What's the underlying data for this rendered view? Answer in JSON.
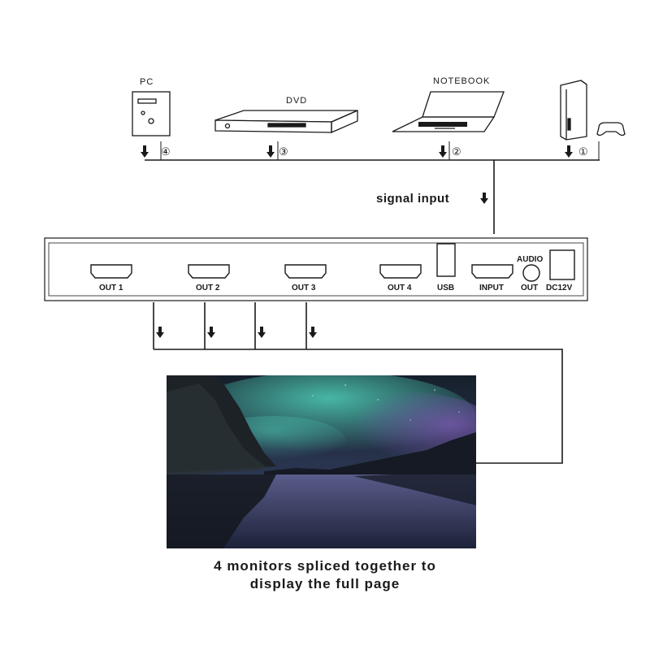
{
  "sources": [
    {
      "label": "PC",
      "number": "④"
    },
    {
      "label": "DVD",
      "number": "③"
    },
    {
      "label": "NOTEBOOK",
      "number": "②"
    },
    {
      "label": "",
      "number": "①",
      "icon": "game-console-icon"
    }
  ],
  "signal_label": "signal input",
  "device": {
    "ports": {
      "out1": "OUT 1",
      "out2": "OUT 2",
      "out3": "OUT 3",
      "out4": "OUT 4",
      "usb": "USB",
      "input": "INPUT",
      "audio_top": "AUDIO",
      "audio_bottom": "OUT",
      "power": "DC12V"
    }
  },
  "caption": {
    "line1": "4 monitors spliced together to",
    "line2": "display the full page"
  },
  "colors": {
    "line": "#1a1a1a",
    "sky_top": "#1b2a3a",
    "aurora": "#3fb8a8",
    "aurora_purple": "#6a4a9a",
    "water": "#2a2f5a"
  }
}
